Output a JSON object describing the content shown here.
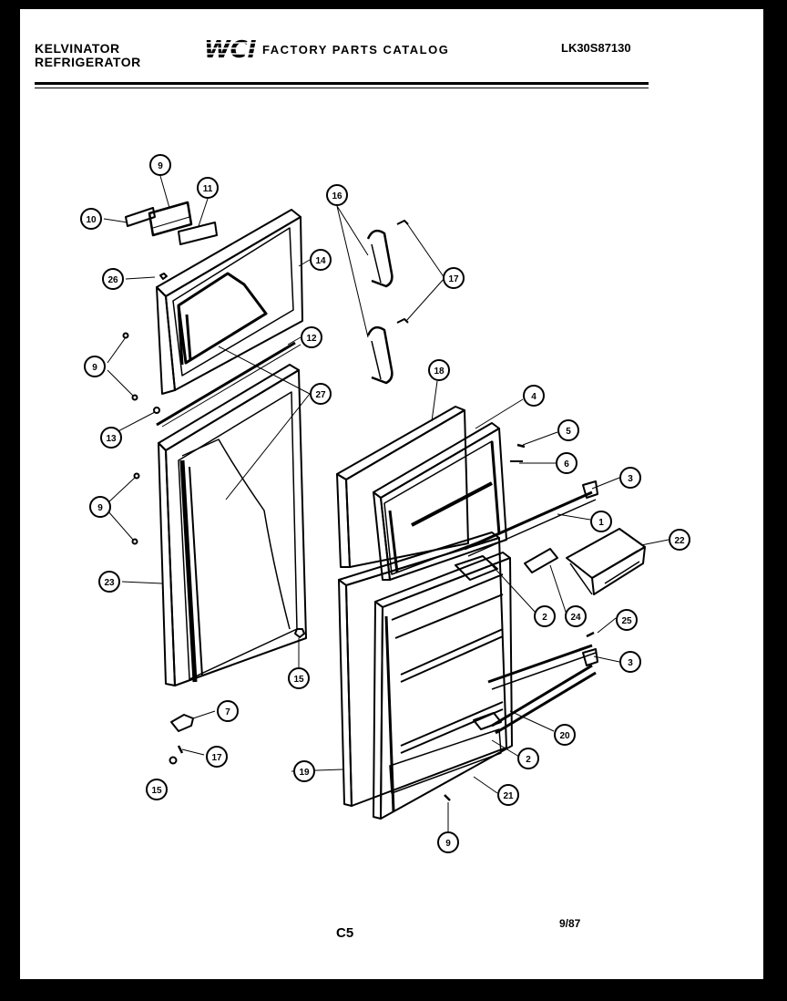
{
  "header": {
    "brand_line1": "KELVINATOR",
    "brand_line2": "REFRIGERATOR",
    "logo_text": "WCI",
    "catalog_title": "FACTORY PARTS CATALOG",
    "model_code": "LK30S87130"
  },
  "footer": {
    "page_label": "C5",
    "date": "9/87"
  },
  "callouts": [
    {
      "id": "c-10a",
      "label": "10"
    },
    {
      "id": "c-9top",
      "label": "9"
    },
    {
      "id": "c-11",
      "label": "11"
    },
    {
      "id": "c-26",
      "label": "26"
    },
    {
      "id": "c-14",
      "label": "14"
    },
    {
      "id": "c-9a",
      "label": "9"
    },
    {
      "id": "c-12",
      "label": "12"
    },
    {
      "id": "c-27",
      "label": "27"
    },
    {
      "id": "c-13",
      "label": "13"
    },
    {
      "id": "c-9b",
      "label": "9"
    },
    {
      "id": "c-23",
      "label": "23"
    },
    {
      "id": "c-15a",
      "label": "15"
    },
    {
      "id": "c-7",
      "label": "7"
    },
    {
      "id": "c-17a",
      "label": "17"
    },
    {
      "id": "c-15b",
      "label": "15"
    },
    {
      "id": "c-16",
      "label": "16"
    },
    {
      "id": "c-17b",
      "label": "17"
    },
    {
      "id": "c-18",
      "label": "18"
    },
    {
      "id": "c-4",
      "label": "4"
    },
    {
      "id": "c-5",
      "label": "5"
    },
    {
      "id": "c-6",
      "label": "6"
    },
    {
      "id": "c-3a",
      "label": "3"
    },
    {
      "id": "c-1",
      "label": "1"
    },
    {
      "id": "c-22",
      "label": "22"
    },
    {
      "id": "c-2a",
      "label": "2"
    },
    {
      "id": "c-24",
      "label": "24"
    },
    {
      "id": "c-25",
      "label": "25"
    },
    {
      "id": "c-3b",
      "label": "3"
    },
    {
      "id": "c-20",
      "label": "20"
    },
    {
      "id": "c-2b",
      "label": "2"
    },
    {
      "id": "c-19",
      "label": "19"
    },
    {
      "id": "c-21",
      "label": "21"
    },
    {
      "id": "c-9c",
      "label": "9"
    }
  ]
}
